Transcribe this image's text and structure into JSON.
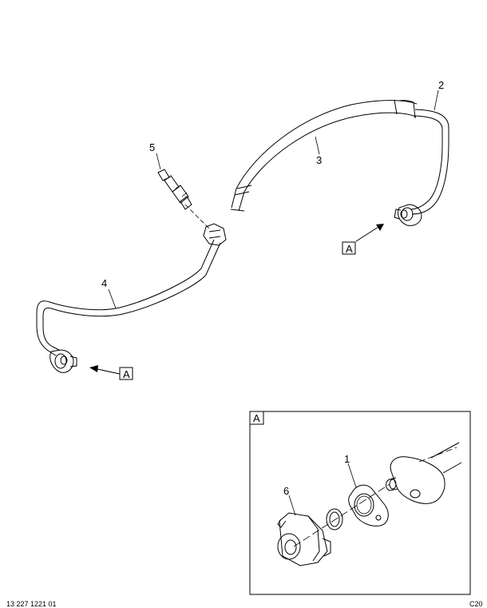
{
  "callouts": {
    "c1": "1",
    "c2": "2",
    "c3": "3",
    "c4": "4",
    "c5": "5",
    "c6": "6"
  },
  "view_refs": {
    "ref_right": "A",
    "ref_left": "A",
    "detail_title": "A"
  },
  "footer": {
    "left": "13 227 1221 01",
    "right": "C20"
  }
}
